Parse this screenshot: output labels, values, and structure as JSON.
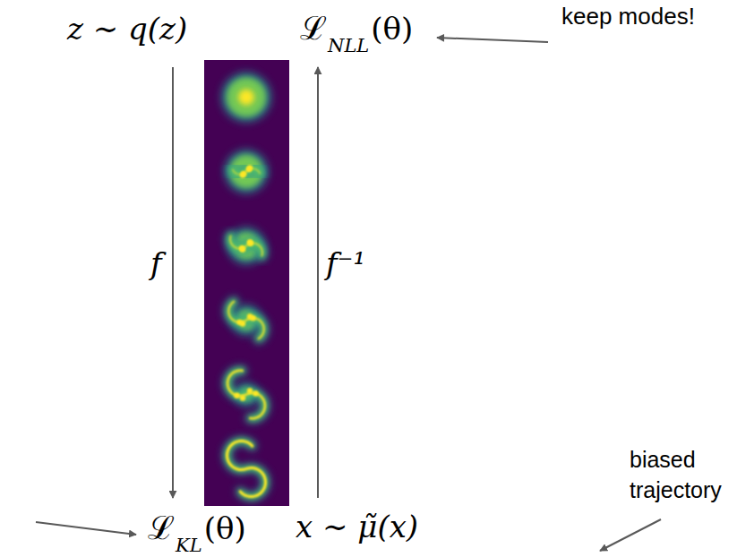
{
  "diagram": {
    "labels": [
      "z ∼ q(z)",
      "ℒ",
      "NLL",
      "(θ)",
      "keep modes!",
      "f",
      "f⁻¹",
      "ℒ",
      "KL",
      "(θ)",
      "x ∼ μ̃(x)",
      "biased trajectory"
    ]
  }
}
